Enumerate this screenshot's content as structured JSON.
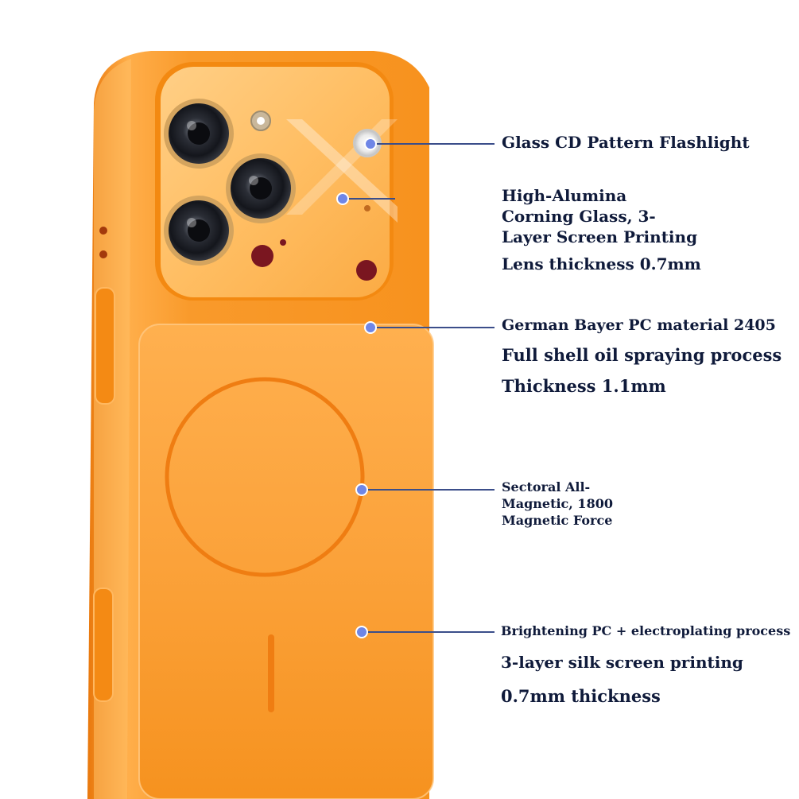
{
  "callouts": {
    "flashlight": {
      "title": "Glass CD Pattern Flashlight"
    },
    "lens_glass": {
      "lines": [
        "High-Alumina",
        "Corning Glass, 3-",
        "Layer Screen Printing"
      ],
      "detail": "Lens thickness 0.7mm"
    },
    "shell": {
      "title": "German Bayer PC material 2405",
      "detail1": "Full shell oil spraying process",
      "detail2": "Thickness 1.1mm"
    },
    "magnetic": {
      "lines": [
        "Sectoral All-",
        "Magnetic, 1800",
        "Magnetic Force"
      ]
    },
    "brightening": {
      "title": "Brightening PC + electroplating process",
      "detail1": "3-layer silk screen printing",
      "detail2": "0.7mm thickness"
    }
  },
  "colors": {
    "case_orange": "#f7931e",
    "case_orange_light": "#ffb347",
    "case_orange_dark": "#e0700a",
    "camera_plate": "#ffc46b",
    "callout_line": "#3b4e8a",
    "callout_dot": "#6f86e6",
    "text": "#0f1a3a"
  },
  "icons": {
    "lens": "camera-lens-icon",
    "flash": "flashlight-icon",
    "callout_marker": "callout-dot-icon"
  }
}
